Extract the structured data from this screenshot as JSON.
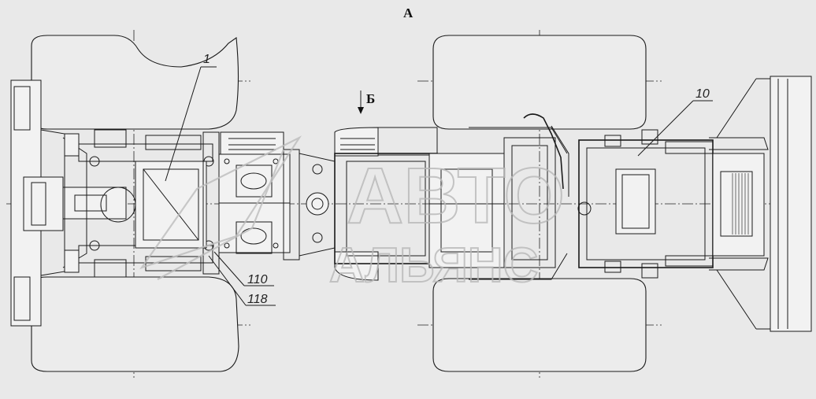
{
  "view_label": "А",
  "direction_label": "Б",
  "callouts": [
    "1",
    "10",
    "110",
    "118"
  ],
  "watermark": {
    "line1": "АВТО",
    "line2": "АЛЬЯНС"
  }
}
